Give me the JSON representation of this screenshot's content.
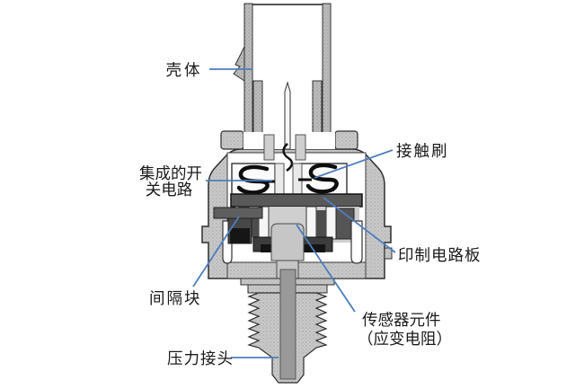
{
  "diagram": {
    "kind": "pressure-sensor-cutaway",
    "labels": {
      "housing": "壳体",
      "contact_brush": "接触刷",
      "integrated_switch_line1": "集成的开",
      "integrated_switch_line2": "关电路",
      "pcb": "印制电路板",
      "spacer": "间隔块",
      "sensor_line1": "传感器元件",
      "sensor_line2": "（应变电阻）",
      "pressure_port": "压力接头"
    },
    "colors": {
      "leader": "#4d7ebf",
      "text": "#1a1a1a",
      "body_fill": "#c9c9c9",
      "dark_part": "#4c4c4c",
      "outline": "#2e2e2e",
      "background": "#ffffff"
    }
  }
}
